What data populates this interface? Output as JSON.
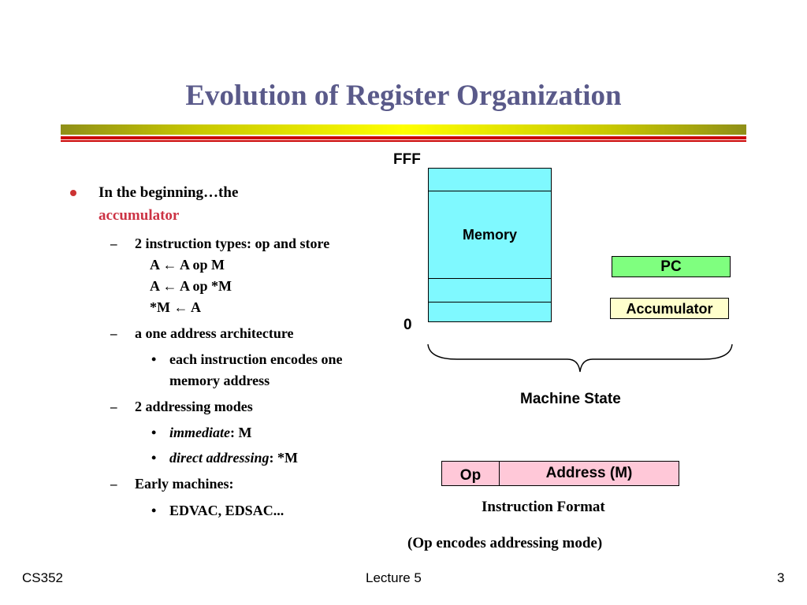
{
  "title": "Evolution of Register Organization",
  "bullets": {
    "main_line1": "In the beginning…the",
    "main_line2": "accumulator",
    "sub1": "2 instruction types: op and store",
    "sub1_ops": [
      "A ← A op M",
      "A ← A op *M",
      "*M ← A"
    ],
    "sub2": "a one address architecture",
    "sub2_item_line1": "each instruction encodes one",
    "sub2_item_line2": "memory address",
    "sub3": "2 addressing modes",
    "sub3_item1_term": "immediate",
    "sub3_item1_rest": ": M",
    "sub3_item2_term": "direct addressing",
    "sub3_item2_rest": ": *M",
    "sub4": "Early machines:",
    "sub4_item": "EDVAC, EDSAC..."
  },
  "diagram": {
    "memory_top_label": "FFF",
    "memory_label": "Memory",
    "memory_bottom_label": "0",
    "pc_label": "PC",
    "accumulator_label": "Accumulator",
    "machine_state_label": "Machine State",
    "op_label": "Op",
    "address_label": "Address (M)",
    "instruction_format_label": "Instruction Format",
    "op_note": "(Op encodes addressing mode)"
  },
  "footer": {
    "left": "CS352",
    "center": "Lecture 5",
    "right": "3"
  },
  "colors": {
    "title": "#5a5a8a",
    "accent_red": "#cc3344",
    "memory_fill": "#7ff9ff",
    "pc_fill": "#7fff7f",
    "accumulator_fill": "#ffffcc",
    "instruction_fill": "#ffc8d8"
  }
}
